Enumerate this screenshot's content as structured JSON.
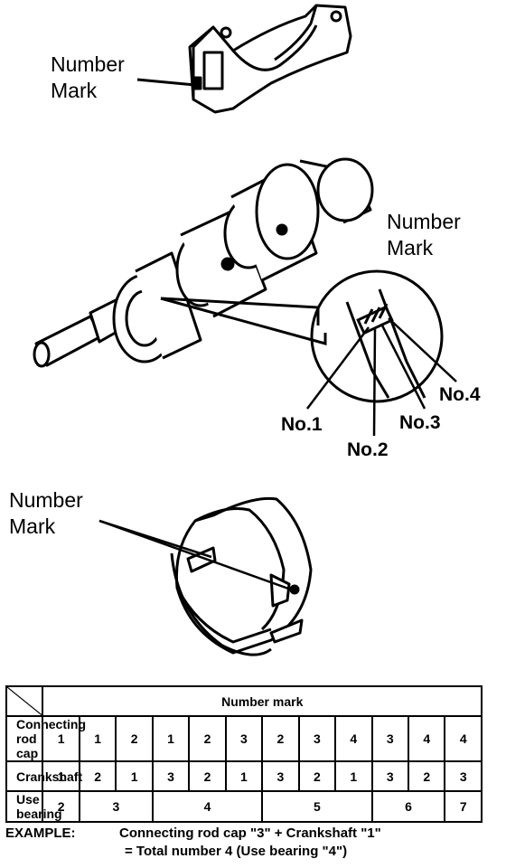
{
  "labels": {
    "cap_number_mark": "Number\nMark",
    "crank_number_mark": "Number\nMark",
    "bearing_number_mark": "Number\nMark",
    "no1": "No.1",
    "no2": "No.2",
    "no3": "No.3",
    "no4": "No.4"
  },
  "table": {
    "header": "Number mark",
    "rows": [
      {
        "label": "Connecting rod cap",
        "cells": [
          "1",
          "1",
          "2",
          "1",
          "2",
          "3",
          "2",
          "3",
          "4",
          "3",
          "4",
          "4"
        ]
      },
      {
        "label": "Crankshaft",
        "cells": [
          "1",
          "2",
          "1",
          "3",
          "2",
          "1",
          "3",
          "2",
          "1",
          "3",
          "2",
          "3"
        ]
      },
      {
        "label": "Use bearing",
        "cells": [
          "2",
          "3",
          "4",
          "5",
          "6",
          "7"
        ]
      }
    ]
  },
  "example": {
    "key": "EXAMPLE:",
    "line1": "Connecting rod cap \"3\" + Crankshaft \"1\"",
    "line2": "= Total number 4 (Use bearing \"4\")"
  }
}
